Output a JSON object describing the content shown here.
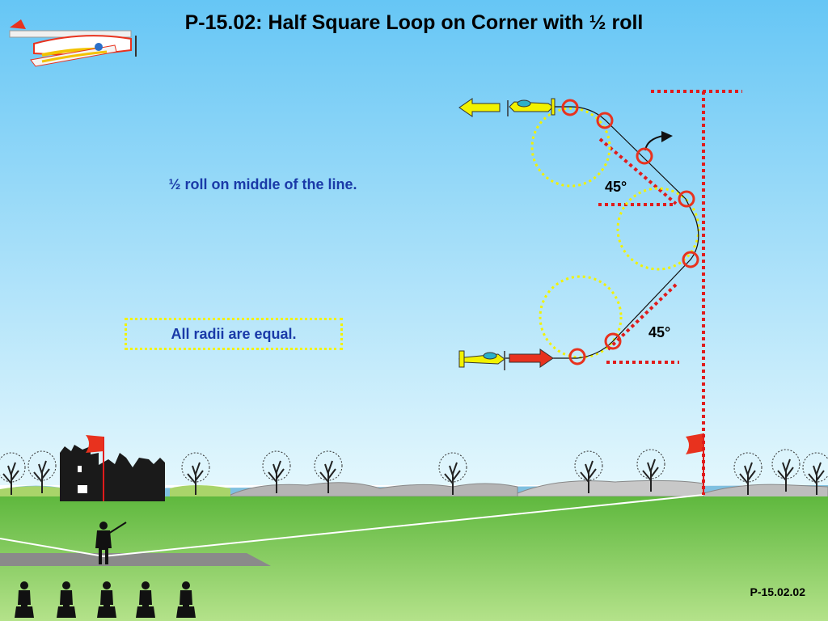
{
  "title": "P-15.02: Half Square Loop on Corner with ½ roll",
  "note_roll": "½ roll on middle of the line.",
  "note_radii": "All radii are equal.",
  "angle_upper": "45°",
  "angle_lower": "45°",
  "figure_code": "P-15.02.02",
  "colors": {
    "sky_top": "#66c6f5",
    "sky_bottom": "#e0f6fd",
    "grass": "#66bb44",
    "roll_marker": "#e8321e",
    "reference_line": "#e01b1b",
    "radius_circle": "#f2f200",
    "direction_arrow_exit": "#f2f200",
    "direction_arrow_entry": "#e8321e",
    "text_blue": "#1a3aa8"
  },
  "icons": [
    "aerobatic-plane-logo-icon",
    "small-plane-icon",
    "judge-flag-icon",
    "castle-silhouette-icon",
    "tree-icon",
    "pilot-silhouette-icon",
    "spectator-silhouette-icon"
  ]
}
